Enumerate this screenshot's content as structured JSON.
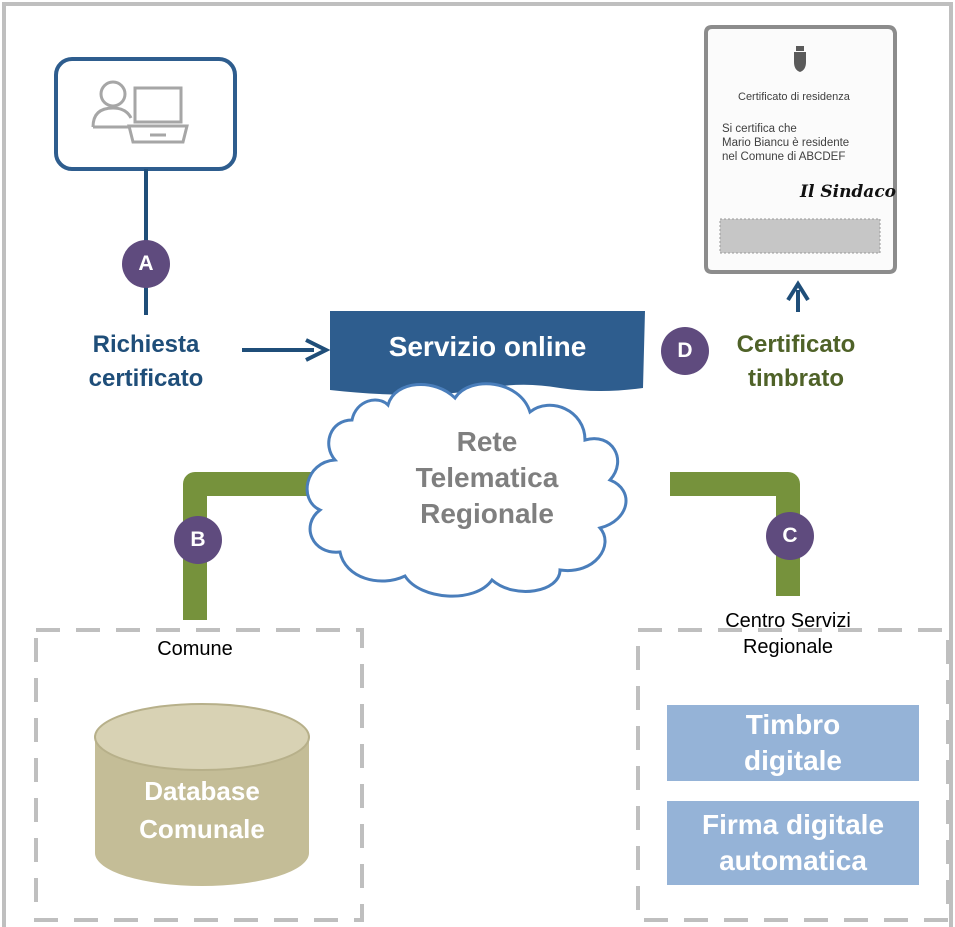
{
  "nodes": {
    "request": {
      "line1": "Richiesta",
      "line2": "certificato"
    },
    "service": {
      "label": "Servizio online"
    },
    "network": {
      "line1": "Rete",
      "line2": "Telematica",
      "line3": "Regionale"
    },
    "output": {
      "line1": "Certificato",
      "line2": "timbrato"
    },
    "municipality": {
      "label": "Comune"
    },
    "database": {
      "line1": "Database",
      "line2": "Comunale"
    },
    "regional_center": {
      "line1": "Centro Servizi",
      "line2": "Regionale"
    },
    "stamp": {
      "line1": "Timbro",
      "line2": "digitale"
    },
    "signature": {
      "line1": "Firma digitale",
      "line2": "automatica"
    }
  },
  "steps": {
    "a": "A",
    "b": "B",
    "c": "C",
    "d": "D"
  },
  "certificate": {
    "title": "Certificato di residenza",
    "body_line1": "Si certifica che",
    "body_line2": "Mario Biancu è residente",
    "body_line3": "nel Comune di ABCDEF",
    "signature": "Il Sindaco"
  },
  "icons": {
    "user": "user-laptop-icon",
    "crest": "municipal-crest-icon",
    "cloud": "cloud-icon",
    "database": "database-cylinder-icon"
  },
  "colors": {
    "dark_blue": "#1f4e79",
    "service_blue": "#2e5d8e",
    "green": "#76923c",
    "text_green": "#4f6228",
    "badge_purple": "#5f4b7e",
    "database_tan": "#c4bd97",
    "box_light_blue": "#95b3d7",
    "cloud_outline": "#4a7ebb",
    "dashed_gray": "#bfbfbf"
  }
}
